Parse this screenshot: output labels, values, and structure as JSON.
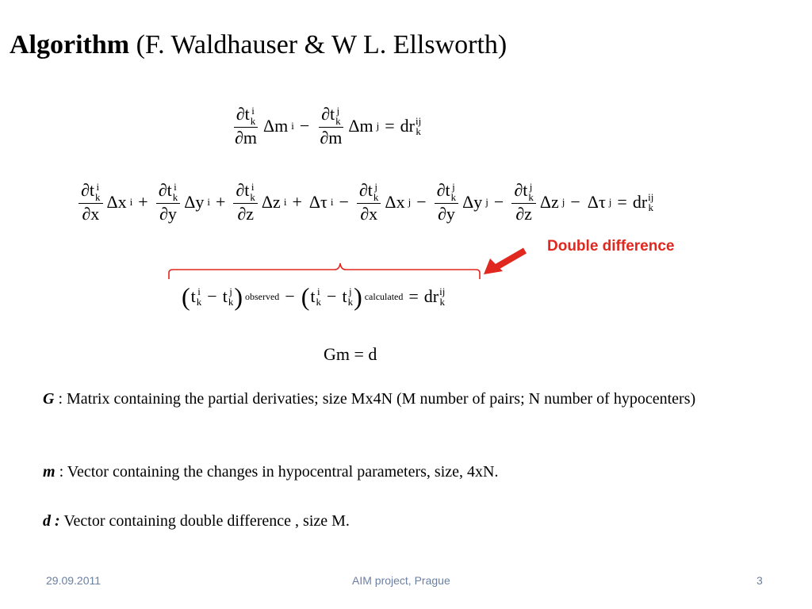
{
  "title": {
    "bold": "Algorithm",
    "rest": "(F. Waldhauser & W L. Ellsworth)"
  },
  "eq1": {
    "partial": "∂",
    "t": "t",
    "m": "m",
    "sup_i": "i",
    "sup_j": "j",
    "sub_k": "k",
    "delta_m": "Δm",
    "minus": "−",
    "equals": "=",
    "dr": "dr",
    "sup_ij": "ij"
  },
  "eq2": {
    "dx": "Δx",
    "dy": "Δy",
    "dz": "Δz",
    "dtau": "Δτ",
    "x": "x",
    "y": "y",
    "z": "z",
    "plus": "+"
  },
  "eq3": {
    "observed": "observed",
    "calculated": "calculated"
  },
  "eq4": {
    "text": "Gm = d"
  },
  "annotation": {
    "label": "Double difference",
    "color": "#e0281e"
  },
  "definitions": [
    {
      "symbol": "G",
      "sep": " : ",
      "text": "Matrix containing the partial derivaties; size Mx4N (M number of pairs; N number of hypocenters)"
    },
    {
      "symbol": "m",
      "sep": " : ",
      "text": "Vector containing the changes in hypocentral parameters,   size, 4xN."
    },
    {
      "symbol": "d :",
      "sep": " ",
      "text": "Vector containing  double difference , size M."
    }
  ],
  "footer": {
    "date": "29.09.2011",
    "project": "AIM project, Prague",
    "page": "3"
  }
}
